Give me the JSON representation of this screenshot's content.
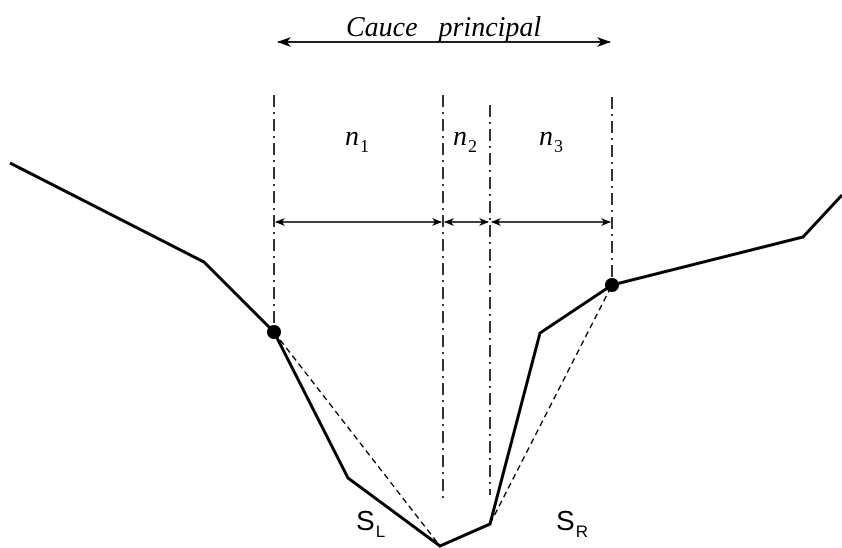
{
  "title": "Cauce   principal",
  "subsections": [
    {
      "base": "n",
      "sub": "1"
    },
    {
      "base": "n",
      "sub": "2"
    },
    {
      "base": "n",
      "sub": "3"
    }
  ],
  "slopes": [
    {
      "base": "S",
      "sub": "L"
    },
    {
      "base": "S",
      "sub": "R"
    }
  ],
  "colors": {
    "stroke": "#000000",
    "background": "#ffffff"
  }
}
